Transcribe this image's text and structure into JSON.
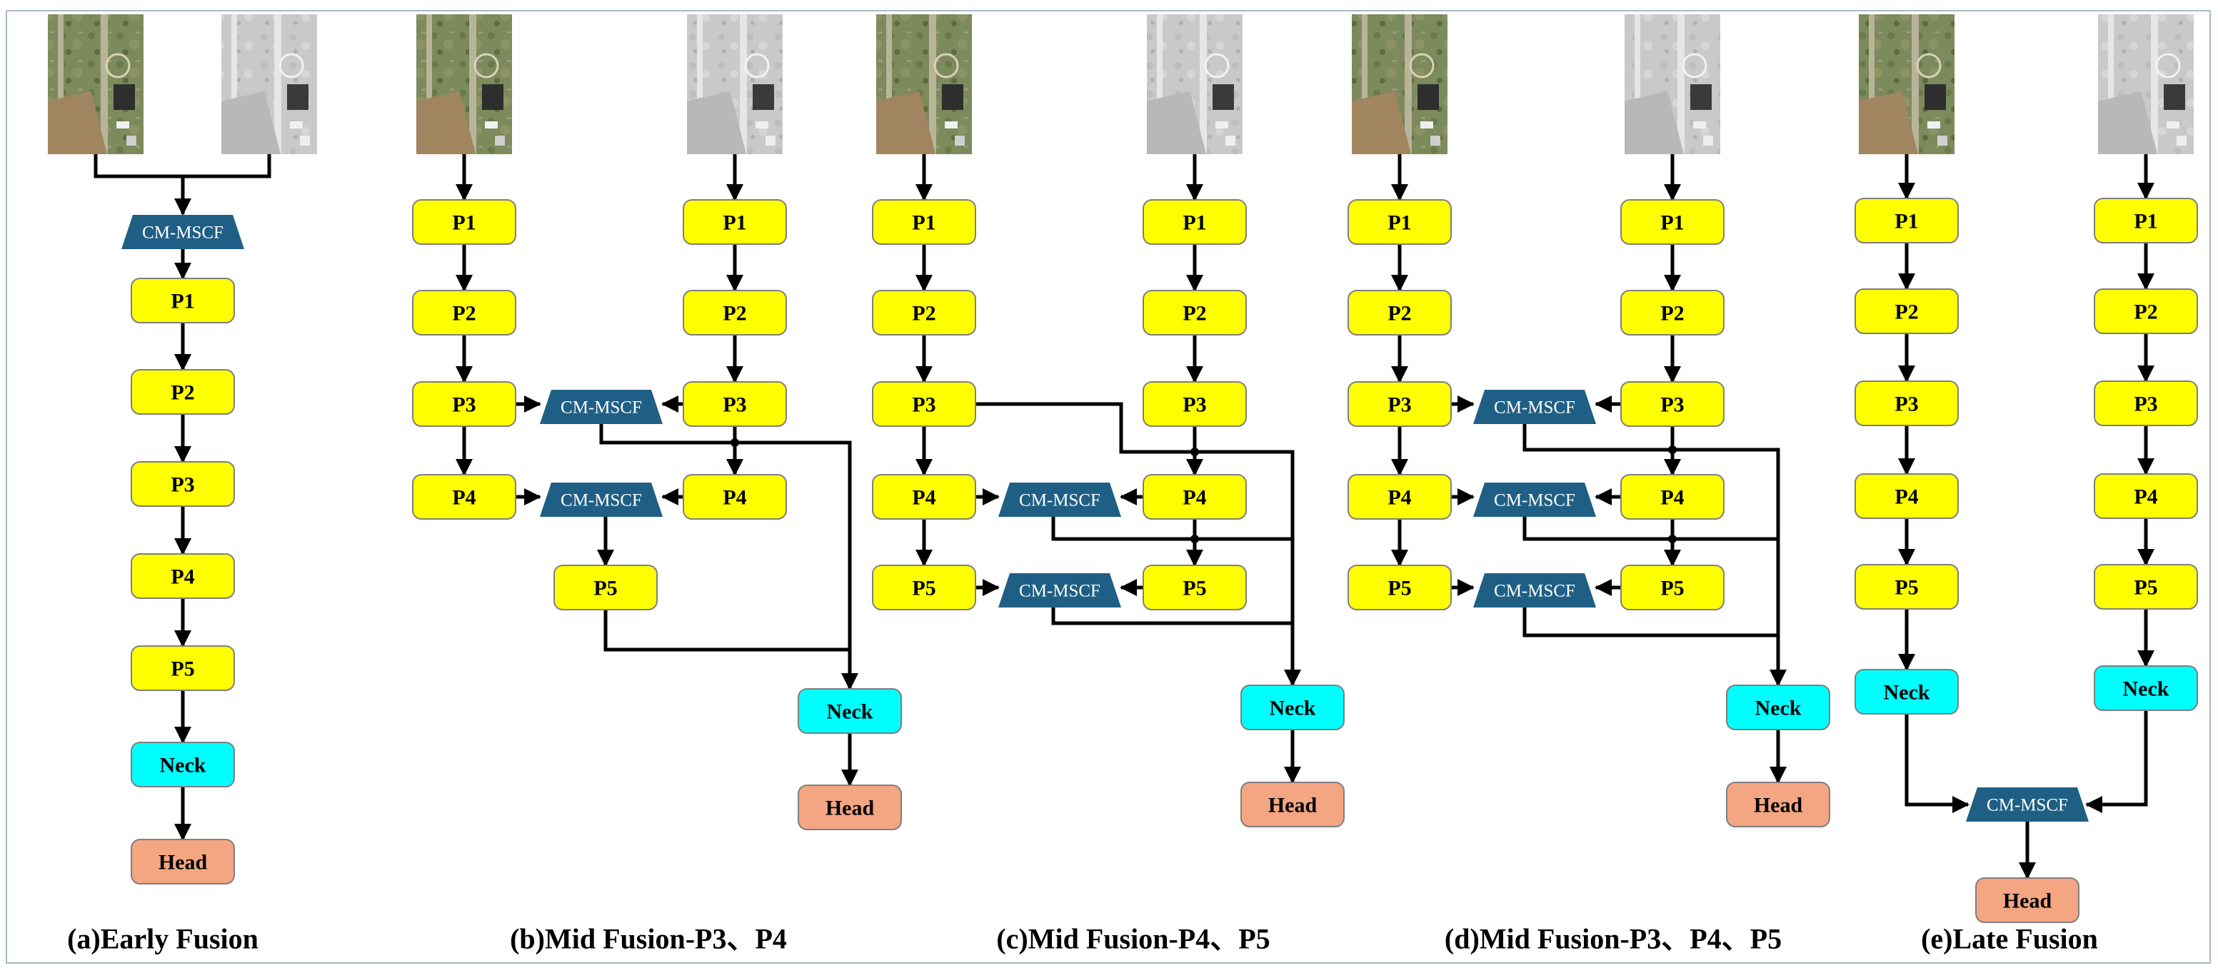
{
  "colors": {
    "backbone": "#ffff00",
    "neck": "#00ffff",
    "head": "#f4a582",
    "fusion": "#1f5f85",
    "line": "#000000"
  },
  "labels": {
    "p1": "P1",
    "p2": "P2",
    "p3": "P3",
    "p4": "P4",
    "p5": "P5",
    "neck": "Neck",
    "head": "Head",
    "fusion": "CM-MSCF"
  },
  "images": {
    "rgb": "rgb-aerial-image",
    "ir": "infrared-aerial-image"
  },
  "captions": {
    "a": "(a)Early Fusion",
    "b": "(b)Mid Fusion-P3、P4",
    "c": "(c)Mid Fusion-P4、P5",
    "d": "(d)Mid Fusion-P3、P4、P5",
    "e": "(e)Late Fusion"
  }
}
